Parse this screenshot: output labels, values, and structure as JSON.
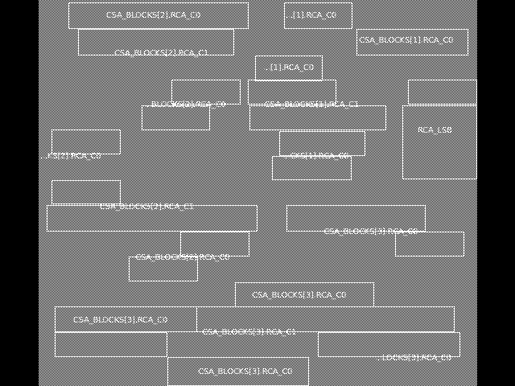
{
  "layout_view": {
    "cells": [
      "CSA_BLOCKS[2].RCA_C0",
      "...[1].RCA_C0",
      "CSA_BLOCKS[1].RCA_C0",
      "CSA_BLOCKS[2].RCA_C1",
      "...[1].RCA_C0",
      "...BLOCKS[2].RCA_C0",
      "CSA_BLOCKS[1].RCA_C1",
      "RCA_LSB",
      "...KS[2].RCA_C0",
      "...CKS[1].RCA_C0",
      "CSA_BLOCKS[2].RCA_C1",
      "CSA_BLOCKS[3].RCA_C0",
      "CSA_BLOCKS[2].RCA_C0",
      "CSA_BLOCKS[3].RCA_C0",
      "CSA_BLOCKS[3].RCA_C0",
      "CSA_BLOCKS[3].RCA_C1",
      "...LOCKS[3].RCA_C0",
      "CSA_BLOCKS[3].RCA_C0"
    ]
  },
  "colors": {
    "background": "#000000",
    "stipple": "#ffffff",
    "outline": "#ffffff",
    "label": "#ffffff"
  }
}
